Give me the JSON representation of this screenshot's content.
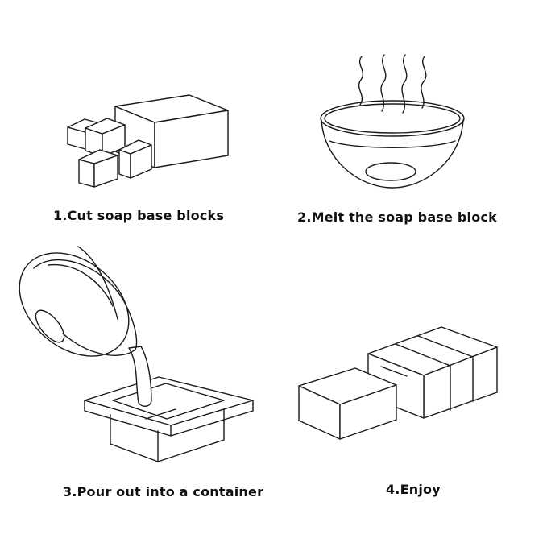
{
  "steps": [
    {
      "number": "1",
      "caption": "1.Cut soap base blocks"
    },
    {
      "number": "2",
      "caption": "2.Melt the soap base block"
    },
    {
      "number": "3",
      "caption": "3.Pour out into a container"
    },
    {
      "number": "4",
      "caption": "4.Enjoy"
    }
  ],
  "colors": {
    "line": "#1a1a1a",
    "background": "#ffffff",
    "text": "#111111"
  }
}
